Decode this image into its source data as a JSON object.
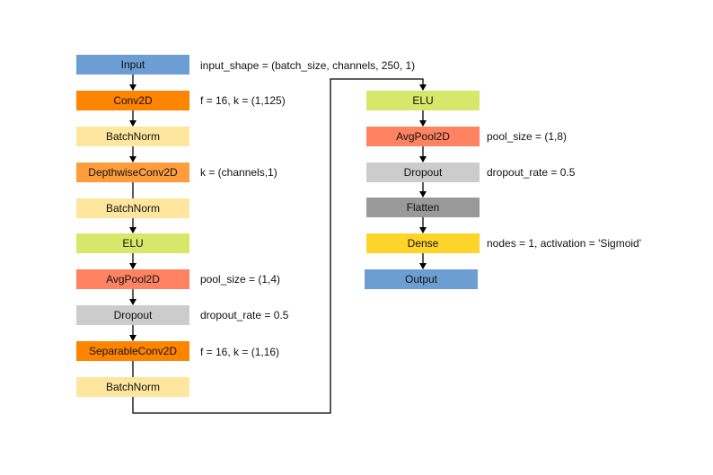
{
  "blocks": {
    "input": {
      "label": "Input",
      "color": "#6d9ed3"
    },
    "conv2d": {
      "label": "Conv2D",
      "color": "#ff8400"
    },
    "batchnorm1": {
      "label": "BatchNorm",
      "color": "#fee69e"
    },
    "depthwise": {
      "label": "DepthwiseConv2D",
      "color": "#ff9d3c"
    },
    "batchnorm2": {
      "label": "BatchNorm",
      "color": "#fee69e"
    },
    "elu1": {
      "label": "ELU",
      "color": "#d6e869"
    },
    "avgpool1": {
      "label": "AvgPool2D",
      "color": "#ff8363"
    },
    "dropout1": {
      "label": "Dropout",
      "color": "#cccccc"
    },
    "separable": {
      "label": "SeparableConv2D",
      "color": "#ff8400"
    },
    "batchnorm3": {
      "label": "BatchNorm",
      "color": "#fee69e"
    },
    "elu2": {
      "label": "ELU",
      "color": "#d6e869"
    },
    "avgpool2": {
      "label": "AvgPool2D",
      "color": "#ff8363"
    },
    "dropout2": {
      "label": "Dropout",
      "color": "#cccccc"
    },
    "flatten": {
      "label": "Flatten",
      "color": "#999999"
    },
    "dense": {
      "label": "Dense",
      "color": "#ffd42a"
    },
    "output": {
      "label": "Output",
      "color": "#6d9ed3"
    }
  },
  "annotations": {
    "input": "input_shape = (batch_size, channels, 250, 1)",
    "conv2d": "f = 16, k = (1,125)",
    "depthwise": "k = (channels,1)",
    "avgpool1": "pool_size = (1,4)",
    "dropout1": "dropout_rate = 0.5",
    "separable": "f = 16, k = (1,16)",
    "avgpool2": "pool_size = (1,8)",
    "dropout2": "dropout_rate = 0.5",
    "dense": "nodes = 1, activation = 'Sigmoid'"
  }
}
